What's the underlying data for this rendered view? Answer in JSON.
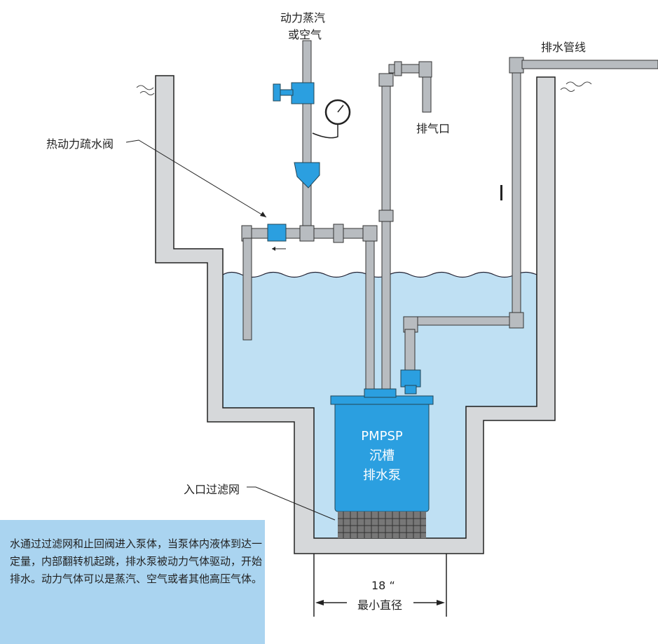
{
  "labels": {
    "steam_air": [
      "动力蒸汽",
      "或空气"
    ],
    "drain_line": "排水管线",
    "exhaust": "排气口",
    "trap_valve": "热动力疏水阀",
    "inlet_screen": "入口过滤网",
    "diameter_value": "18 “",
    "diameter_text": "最小直径"
  },
  "pump": {
    "model": "PMPSP",
    "line1": "沉槽",
    "line2": "排水泵"
  },
  "description": "水通过过滤网和止回阀进入泵体，当泵体内液体到达一定量，内部翻转机起跳，排水泵被动力气体驱动，开始排水。动力气体可以是蒸汽、空气或者其他高压气体。",
  "colors": {
    "water": "#bfe0f3",
    "pump_blue": "#2b9fe0",
    "pipe_gray": "#b8bcc0",
    "info_bg": "#aad4f0"
  }
}
